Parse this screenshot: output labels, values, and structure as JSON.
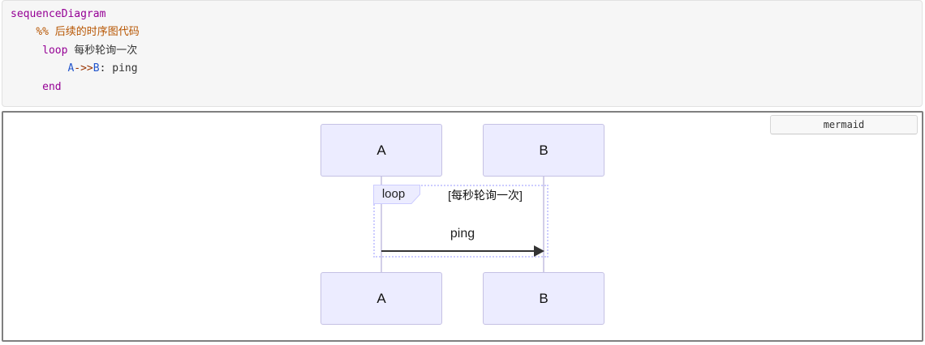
{
  "code_block": {
    "language": "mermaid-source",
    "lines": [
      {
        "segments": [
          {
            "text": "sequenceDiagram",
            "type": "keyword"
          }
        ]
      },
      {
        "segments": [
          {
            "text": "    ",
            "type": "plain"
          },
          {
            "text": "%% 后续的时序图代码",
            "type": "comment"
          }
        ]
      },
      {
        "segments": [
          {
            "text": "     ",
            "type": "plain"
          },
          {
            "text": "loop",
            "type": "keyword"
          },
          {
            "text": " 每秒轮询一次",
            "type": "plain"
          }
        ]
      },
      {
        "segments": [
          {
            "text": "         ",
            "type": "plain"
          },
          {
            "text": "A",
            "type": "actor"
          },
          {
            "text": "->>",
            "type": "operator"
          },
          {
            "text": "B",
            "type": "actor"
          },
          {
            "text": ": ping",
            "type": "plain"
          }
        ]
      },
      {
        "segments": [
          {
            "text": "     ",
            "type": "plain"
          },
          {
            "text": "end",
            "type": "keyword"
          }
        ]
      }
    ]
  },
  "diagram": {
    "type": "mermaid-sequence",
    "language_label": "mermaid",
    "actors": [
      "A",
      "B"
    ],
    "loop": {
      "label": "loop",
      "title": "[每秒轮询一次]"
    },
    "messages": [
      {
        "from": "A",
        "to": "B",
        "text": "ping",
        "arrow": "solid-filled-head"
      }
    ]
  },
  "colors": {
    "code_background": "#f6f6f6",
    "code_keyword": "#950095",
    "code_comment": "#b75501",
    "code_actor": "#2255cc",
    "code_operator": "#993300",
    "panel_border": "#7f7f7f",
    "actor_fill": "#ECECFF",
    "actor_border": "#c5c1e4",
    "loop_border": "#ccccff",
    "lifeline": "#d2cee8",
    "arrow": "#333333"
  }
}
